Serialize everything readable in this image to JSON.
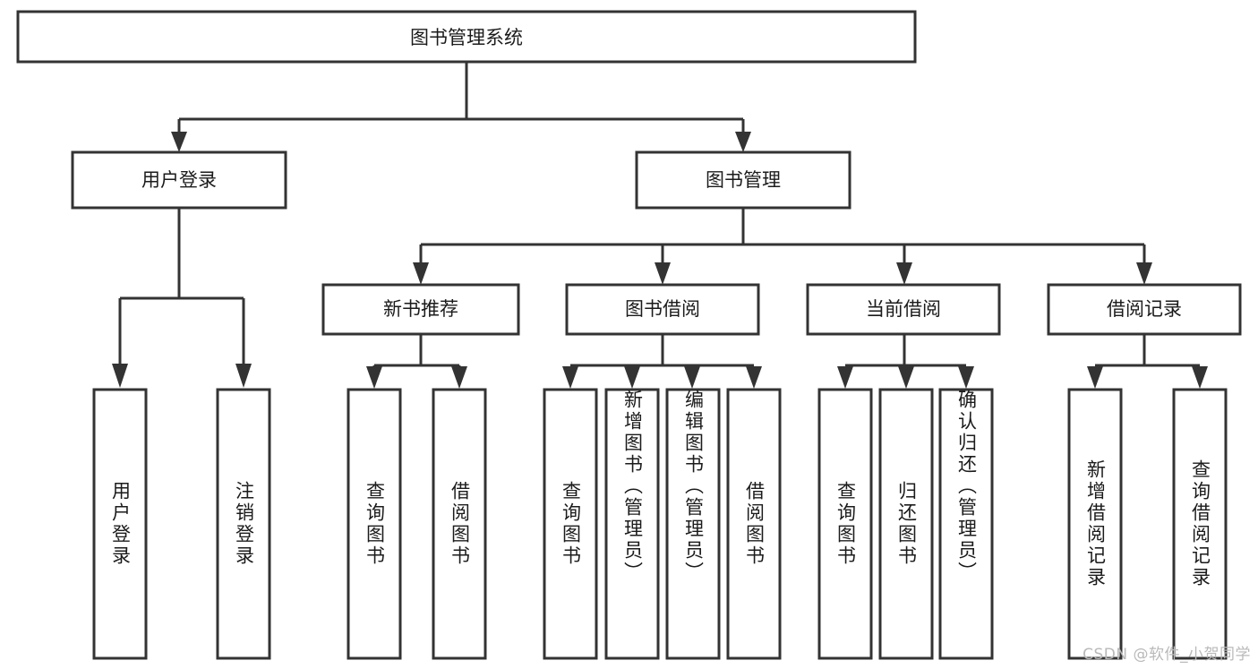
{
  "diagram": {
    "title": "图书管理系统",
    "type": "tree",
    "watermark": "CSDN @软件_小贺同学",
    "colors": {
      "box_stroke": "#333333",
      "box_fill": "#ffffff",
      "text": "#1b1b1b",
      "background": "#ffffff",
      "watermark": "#b9b9b9"
    },
    "root": {
      "label": "图书管理系统",
      "level": 0
    },
    "level1": [
      {
        "label": "用户登录"
      },
      {
        "label": "图书管理"
      }
    ],
    "level2": [
      {
        "label": "新书推荐",
        "parent": "图书管理"
      },
      {
        "label": "图书借阅",
        "parent": "图书管理"
      },
      {
        "label": "当前借阅",
        "parent": "图书管理"
      },
      {
        "label": "借阅记录",
        "parent": "图书管理"
      }
    ],
    "leaves": {
      "user_login": [
        {
          "label": "用户登录"
        },
        {
          "label": "注销登录"
        }
      ],
      "new_book_recommend": [
        {
          "label": "查询图书"
        },
        {
          "label": "借阅图书"
        }
      ],
      "book_borrow": [
        {
          "label": "查询图书"
        },
        {
          "label": "新增图书（管理员）"
        },
        {
          "label": "编辑图书（管理员）"
        },
        {
          "label": "借阅图书"
        }
      ],
      "current_borrow": [
        {
          "label": "查询图书"
        },
        {
          "label": "归还图书"
        },
        {
          "label": "确认归还（管理员）"
        }
      ],
      "borrow_record": [
        {
          "label": "新增借阅记录"
        },
        {
          "label": "查询借阅记录"
        }
      ]
    }
  }
}
